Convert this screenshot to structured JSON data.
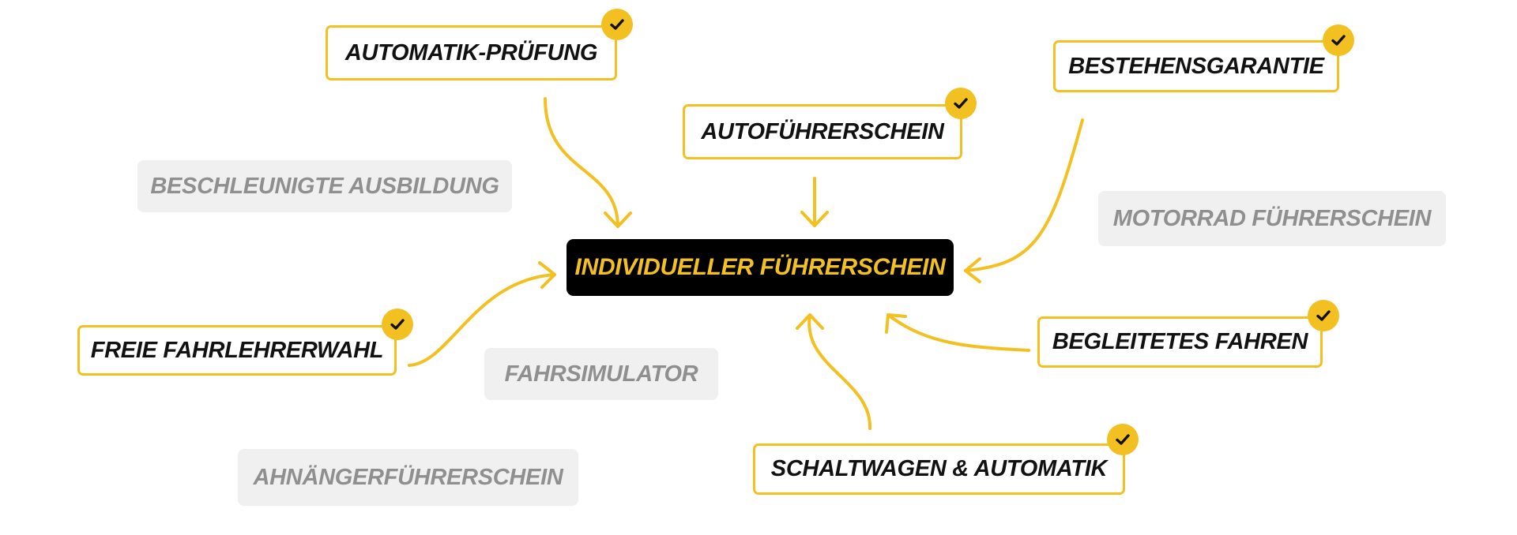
{
  "colors": {
    "accent": "#f3c022",
    "text": "#111111",
    "muted": "#8f8f8f",
    "muted_bg": "#f0f0f0",
    "center_bg": "#000000"
  },
  "center": {
    "label": "INDIVIDUELLER FÜHRERSCHEIN"
  },
  "features": [
    {
      "label": "AUTOMATIK-PRÜFUNG",
      "checked": true,
      "icon": "check-icon"
    },
    {
      "label": "AUTOFÜHRERSCHEIN",
      "checked": true,
      "icon": "check-icon"
    },
    {
      "label": "BESTEHENSGARANTIE",
      "checked": true,
      "icon": "check-icon"
    },
    {
      "label": "FREIE FAHRLEHRERWAHL",
      "checked": true,
      "icon": "check-icon"
    },
    {
      "label": "BEGLEITETES FAHREN",
      "checked": true,
      "icon": "check-icon"
    },
    {
      "label": "SCHALTWAGEN & AUTOMATIK",
      "checked": true,
      "icon": "check-icon"
    }
  ],
  "inactive": [
    {
      "label": "BESCHLEUNIGTE AUSBILDUNG"
    },
    {
      "label": "MOTORRAD FÜHRERSCHEIN"
    },
    {
      "label": "FAHRSIMULATOR"
    },
    {
      "label": "AHNÄNGERFÜHRERSCHEIN"
    }
  ]
}
